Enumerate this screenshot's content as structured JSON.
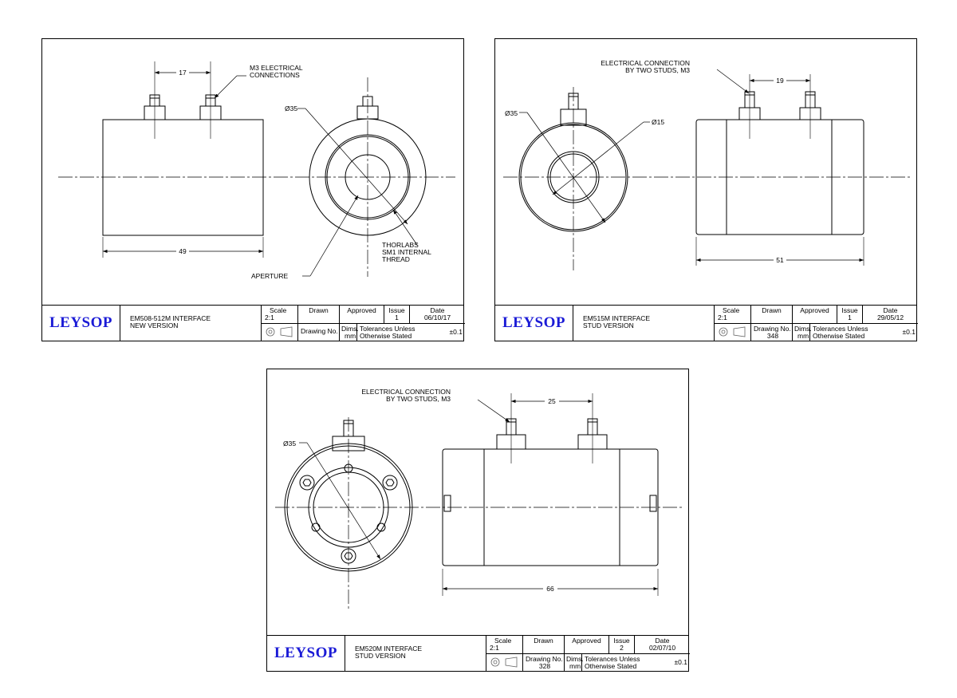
{
  "drawings": [
    {
      "company": "LEYSOP",
      "title": "EM508-512M INTERFACE",
      "subtitle": "NEW VERSION",
      "scale_label": "Scale",
      "scale": "2:1",
      "drawn_label": "Drawn",
      "approved_label": "Approved",
      "issue_label": "Issue",
      "issue": "1",
      "date_label": "Date",
      "date": "06/10/17",
      "drawing_no_label": "Drawing No.",
      "drawing_no": "",
      "dims_label": "Dims.",
      "dims_unit": "mm",
      "tolerance_label_1": "Tolerances Unless",
      "tolerance_label_2": "Otherwise Stated",
      "tolerance": "±0.1",
      "dim_17": "17",
      "dim_49": "49",
      "dia_35": "Ø35",
      "note_m3_1": "M3 ELECTRICAL",
      "note_m3_2": "CONNECTIONS",
      "note_thread_1": "THORLABS",
      "note_thread_2": "SM1 INTERNAL",
      "note_thread_3": "THREAD",
      "note_aperture": "APERTURE"
    },
    {
      "company": "LEYSOP",
      "title": "EM515M INTERFACE",
      "subtitle": "STUD VERSION",
      "scale_label": "Scale",
      "scale": "2:1",
      "drawn_label": "Drawn",
      "approved_label": "Approved",
      "issue_label": "Issue",
      "issue": "1",
      "date_label": "Date",
      "date": "29/05/12",
      "drawing_no_label": "Drawing No.",
      "drawing_no": "348",
      "dims_label": "Dims.",
      "dims_unit": "mm",
      "tolerance_label_1": "Tolerances Unless",
      "tolerance_label_2": "Otherwise Stated",
      "tolerance": "±0.1",
      "dim_19": "19",
      "dim_51": "51",
      "dia_35": "Ø35",
      "dia_15": "Ø15",
      "note_conn_1": "ELECTRICAL CONNECTION",
      "note_conn_2": "BY TWO STUDS, M3"
    },
    {
      "company": "LEYSOP",
      "title": "EM520M INTERFACE",
      "subtitle": "STUD VERSION",
      "scale_label": "Scale",
      "scale": "2:1",
      "drawn_label": "Drawn",
      "approved_label": "Approved",
      "issue_label": "Issue",
      "issue": "2",
      "date_label": "Date",
      "date": "02/07/10",
      "drawing_no_label": "Drawing No.",
      "drawing_no": "328",
      "dims_label": "Dims.",
      "dims_unit": "mm",
      "tolerance_label_1": "Tolerances Unless",
      "tolerance_label_2": "Otherwise Stated",
      "tolerance": "±0.1",
      "dim_25": "25",
      "dim_66": "66",
      "dia_35": "Ø35",
      "note_conn_1": "ELECTRICAL CONNECTION",
      "note_conn_2": "BY TWO STUDS, M3"
    }
  ]
}
